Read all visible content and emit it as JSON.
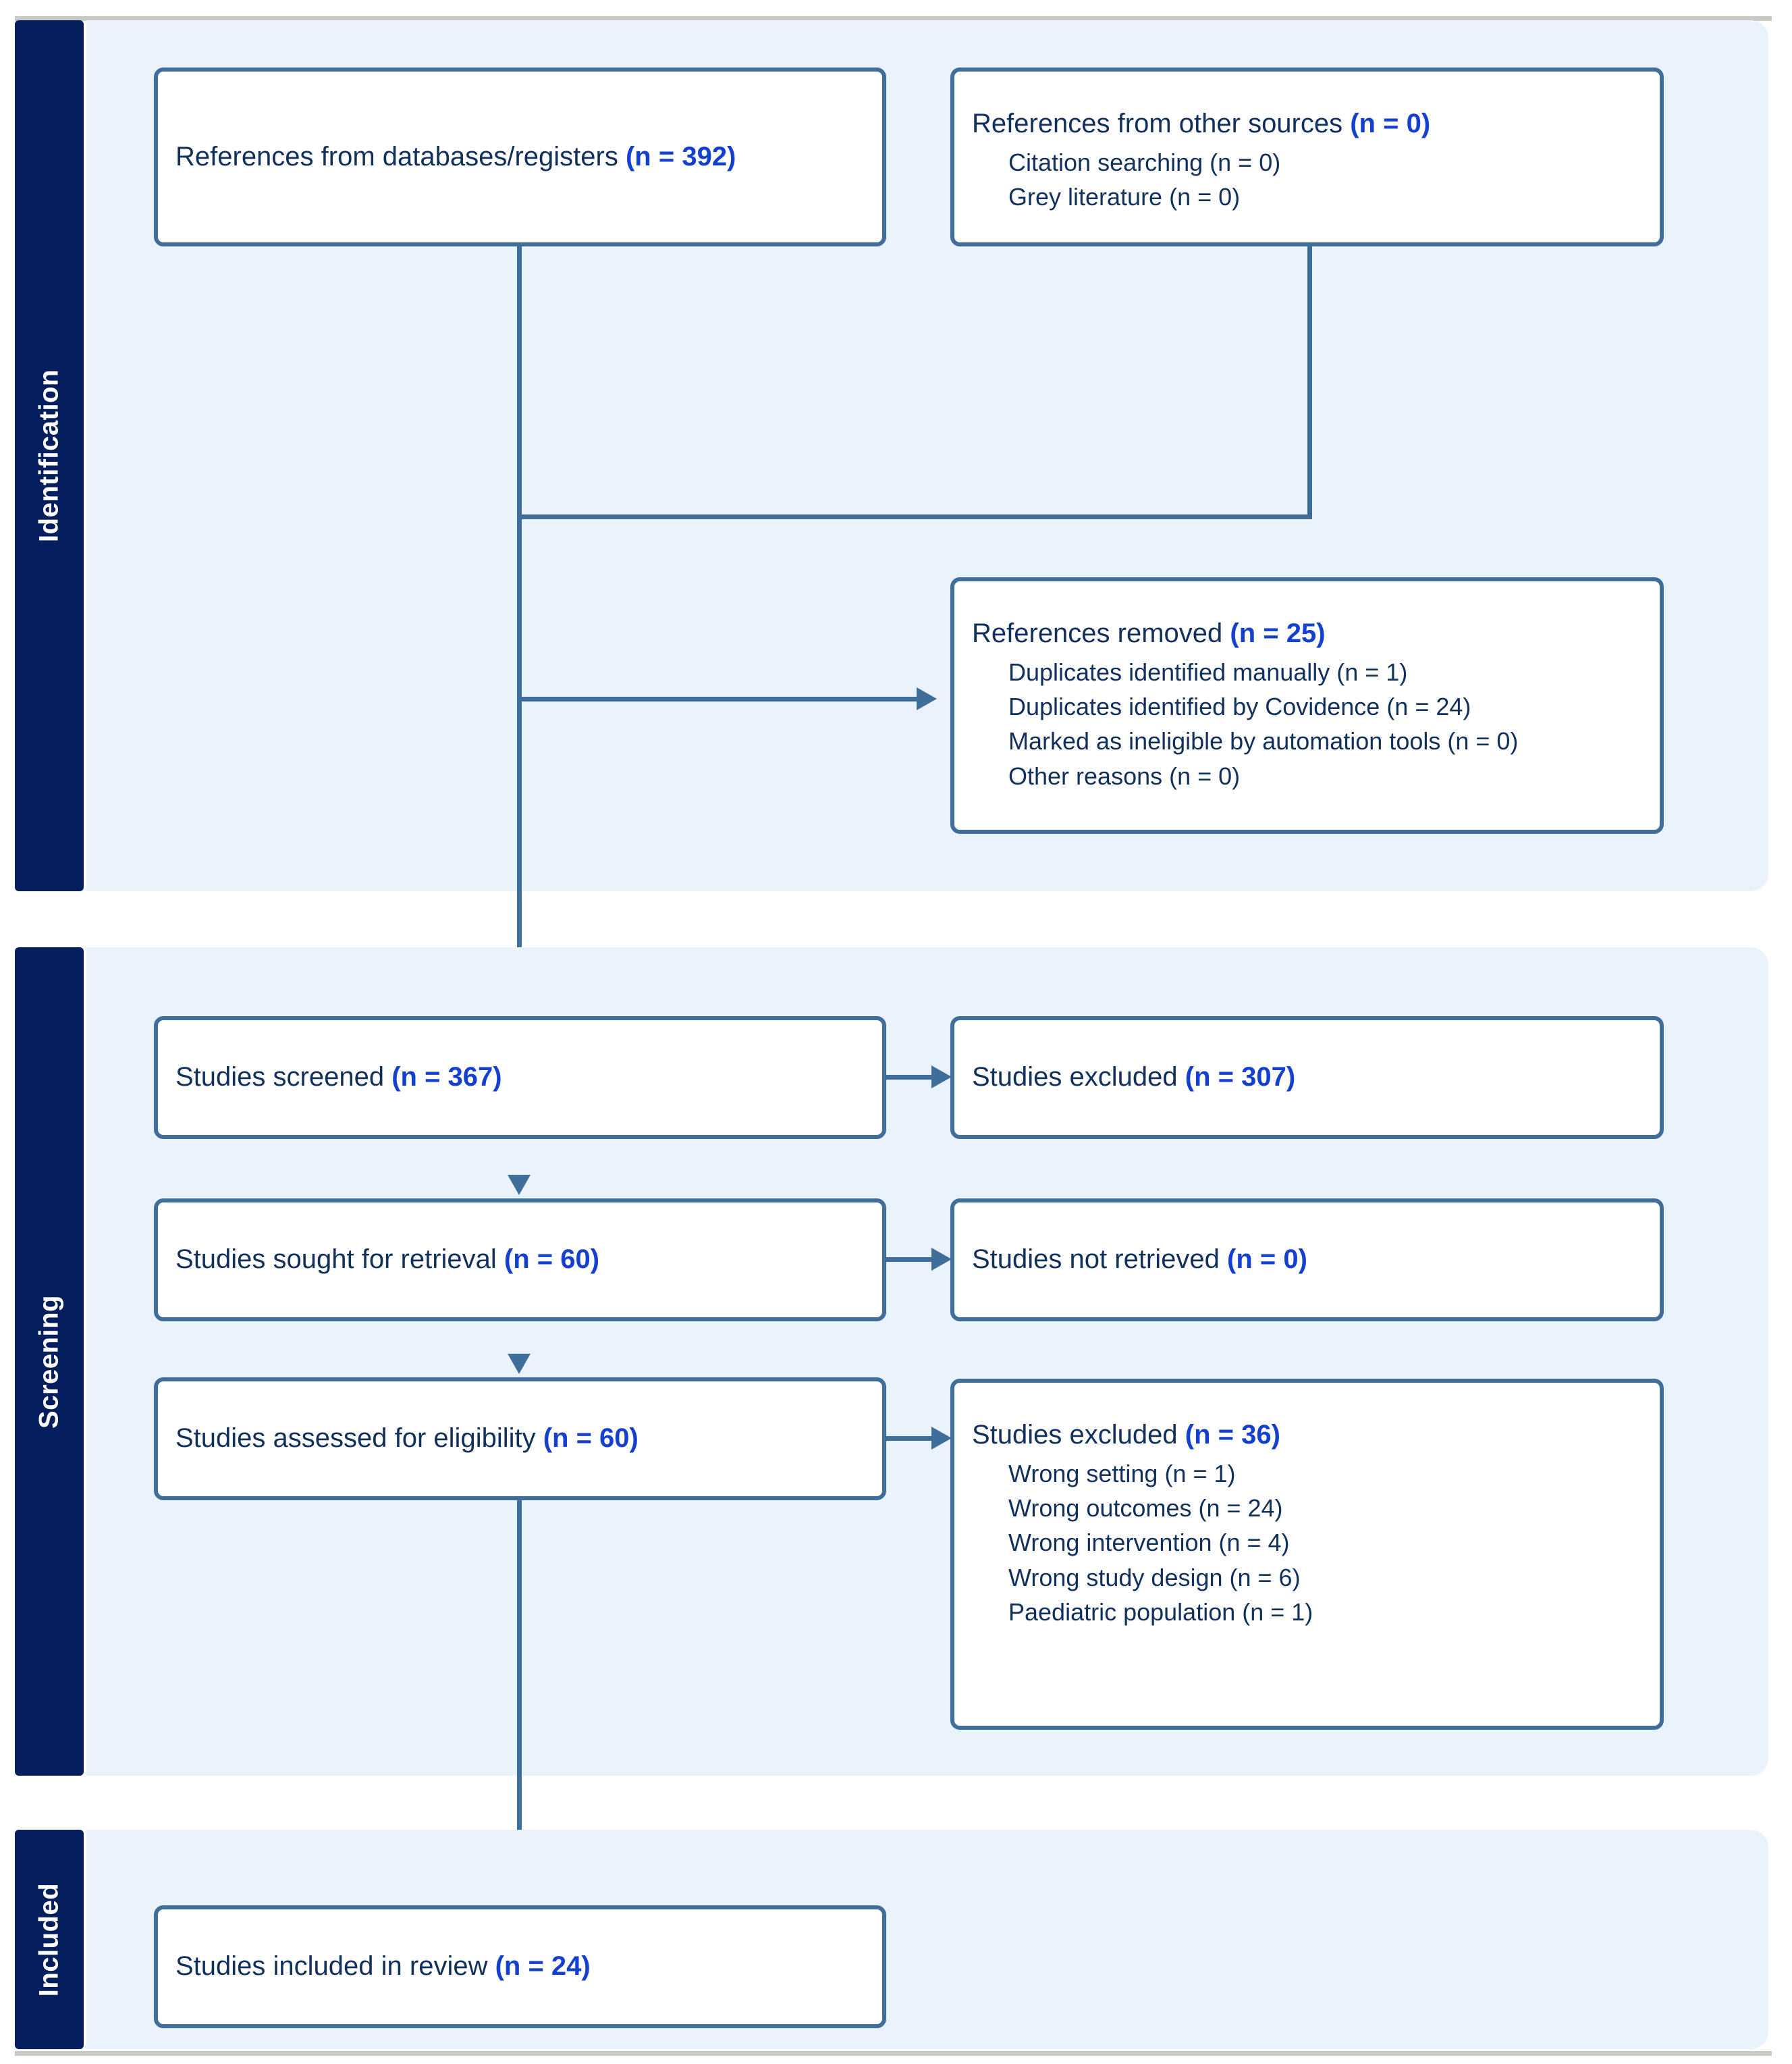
{
  "diagram": {
    "title": "PRISMA 2020 flow diagram",
    "colors": {
      "band_background": "#eaf2fc",
      "sidebar": "#041e5e",
      "box_border": "#3f6e9a",
      "text": "#12305c",
      "count_accent": "#1340cf",
      "rule": "#c9c9c4"
    }
  },
  "stages": {
    "identification": {
      "label": "Identification"
    },
    "screening": {
      "label": "Screening"
    },
    "included": {
      "label": "Included"
    }
  },
  "boxes": {
    "databases": {
      "title": "References from databases/registers ",
      "count": "(n = 392)",
      "items": []
    },
    "other_sources": {
      "title": "References from other sources ",
      "count": "(n = 0)",
      "items": [
        "Citation searching (n = 0)",
        "Grey literature (n = 0)"
      ]
    },
    "references_removed": {
      "title": "References removed ",
      "count": "(n = 25)",
      "items": [
        "Duplicates identified manually (n = 1)",
        "Duplicates identified by Covidence (n = 24)",
        "Marked as ineligible by automation tools (n = 0)",
        "Other reasons (n = 0)"
      ]
    },
    "studies_screened": {
      "title": "Studies screened ",
      "count": "(n = 367)",
      "items": []
    },
    "studies_excluded_screening": {
      "title": "Studies excluded ",
      "count": "(n = 307)",
      "items": []
    },
    "studies_sought": {
      "title": "Studies sought for retrieval ",
      "count": "(n = 60)",
      "items": []
    },
    "studies_not_retrieved": {
      "title": "Studies not retrieved ",
      "count": "(n = 0)",
      "items": []
    },
    "studies_assessed": {
      "title": "Studies assessed for eligibility ",
      "count": "(n = 60)",
      "items": []
    },
    "studies_excluded_eligibility": {
      "title": "Studies excluded ",
      "count": "(n = 36)",
      "items": [
        "Wrong setting (n = 1)",
        "Wrong outcomes (n = 24)",
        "Wrong intervention (n = 4)",
        "Wrong study design (n = 6)",
        "Paediatric population (n = 1)"
      ]
    },
    "studies_included": {
      "title": "Studies included in review ",
      "count": "(n = 24)",
      "items": []
    }
  }
}
